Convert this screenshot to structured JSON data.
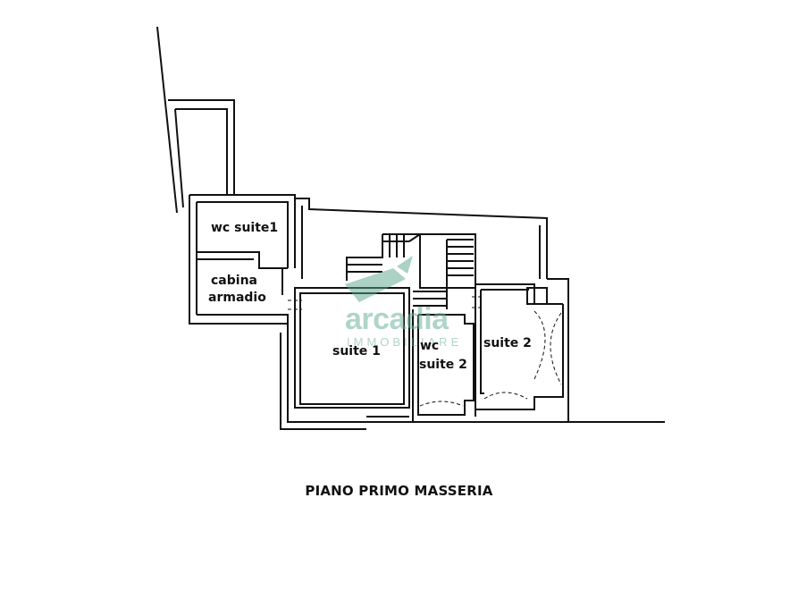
{
  "rooms": {
    "wc_suite1": "wc suite1",
    "cabina_line1": "cabina",
    "cabina_line2": "armadio",
    "suite1": "suite 1",
    "wc_line1": "wc",
    "wc_line2": "suite 2",
    "suite2": "suite 2"
  },
  "caption": "PIANO PRIMO MASSERIA",
  "watermark": {
    "brand": "arcadia",
    "tagline": "IMMOBILIARE",
    "color": "#5aa68a"
  }
}
